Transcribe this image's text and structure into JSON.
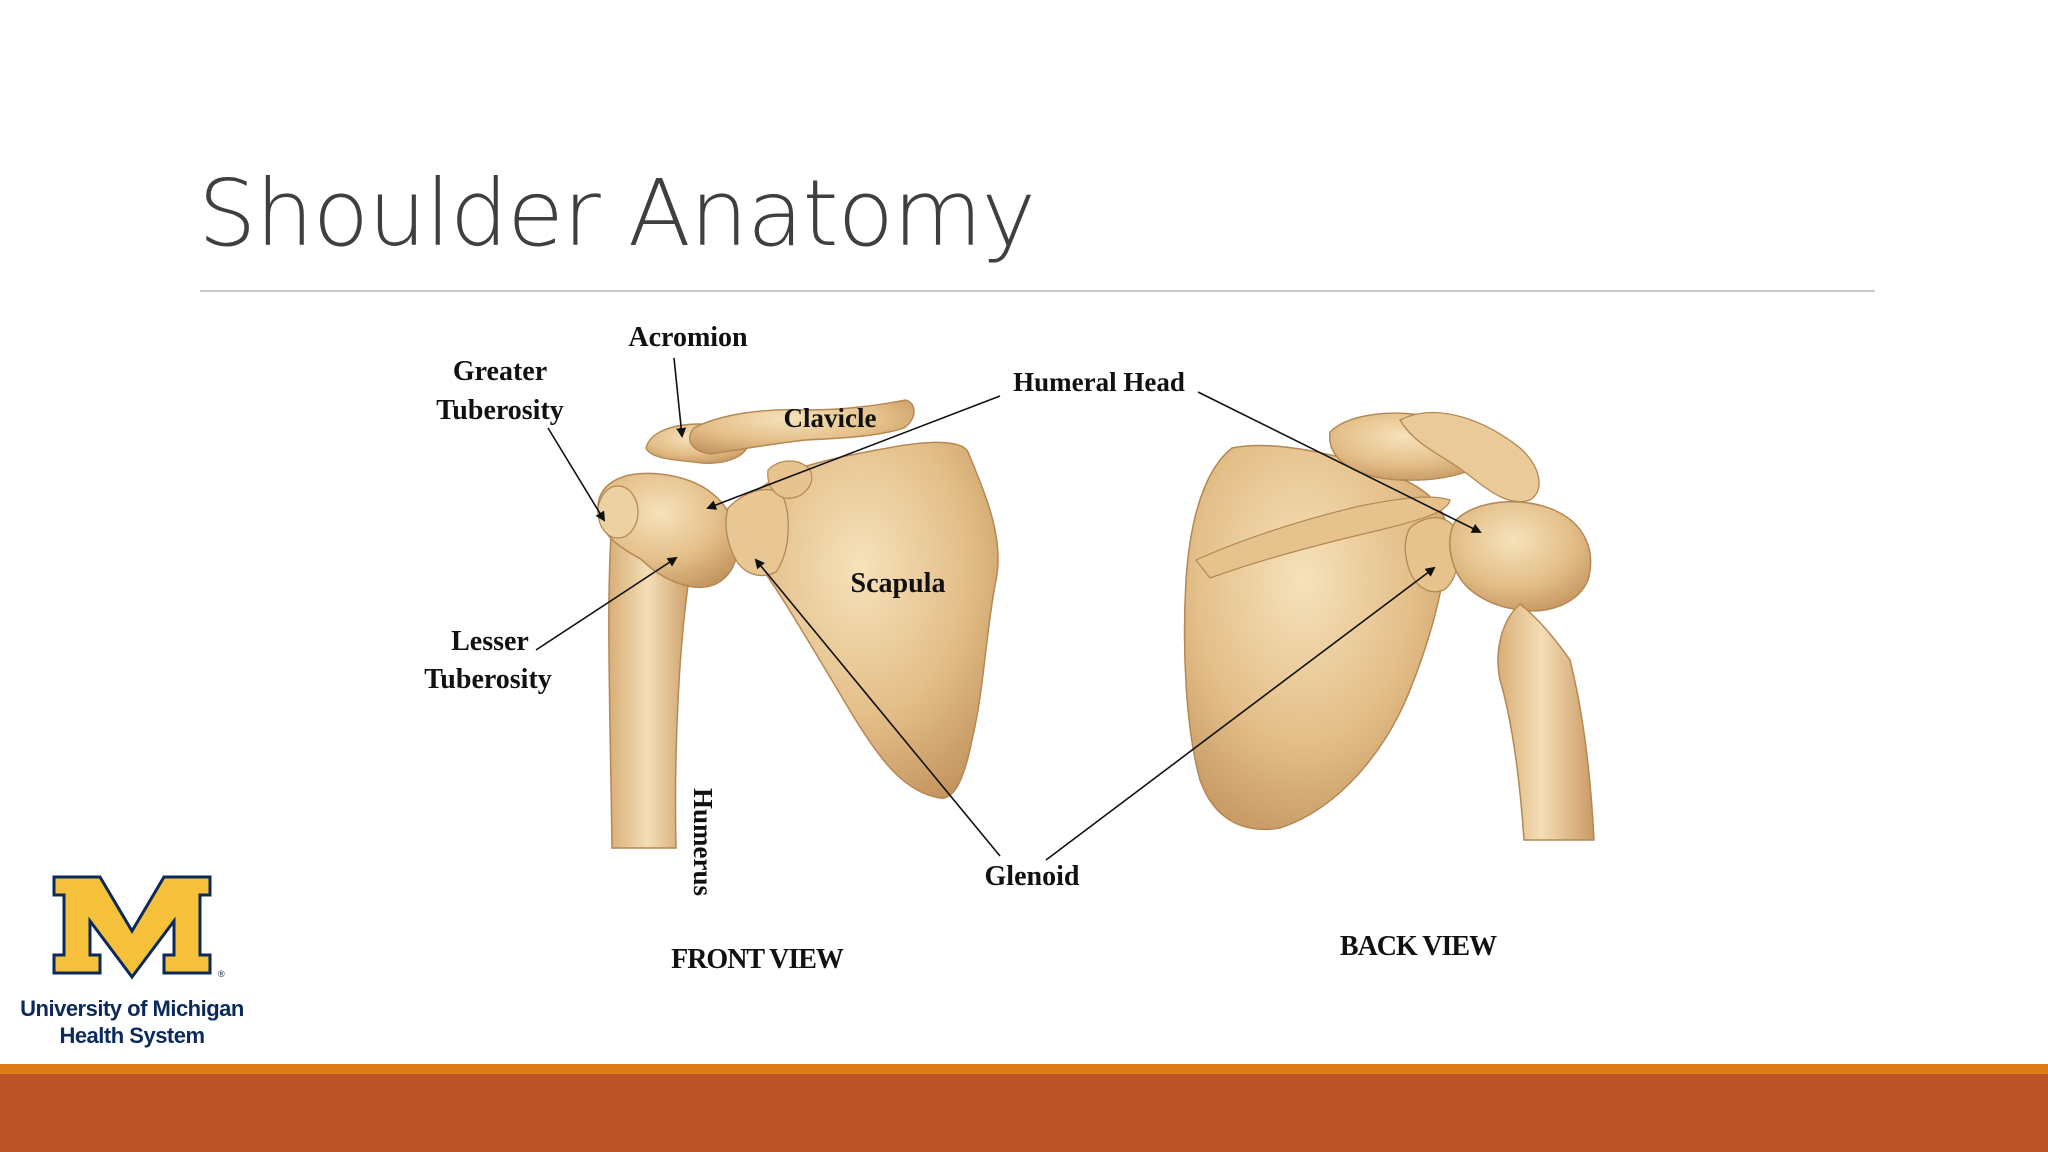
{
  "slide": {
    "title": "Shoulder Anatomy"
  },
  "figure": {
    "labels": {
      "acromion": "Acromion",
      "greater_tuberosity_1": "Greater",
      "greater_tuberosity_2": "Tuberosity",
      "clavicle": "Clavicle",
      "humeral_head": "Humeral Head",
      "scapula": "Scapula",
      "lesser_tuberosity_1": "Lesser",
      "lesser_tuberosity_2": "Tuberosity",
      "humerus": "Humerus",
      "glenoid": "Glenoid"
    },
    "views": {
      "front": "FRONT VIEW",
      "back": "BACK VIEW"
    },
    "colors": {
      "bone_light": "#efd4a4",
      "bone_mid": "#deb47c",
      "bone_dark": "#b98a56"
    }
  },
  "logo": {
    "letter": "M",
    "line1": "University of Michigan",
    "line2": "Health System",
    "color_maize": "#f5c13a",
    "color_blue": "#0b2a5b"
  },
  "footer": {
    "stripe_color": "#e07b1a",
    "band_color": "#bb5428"
  }
}
